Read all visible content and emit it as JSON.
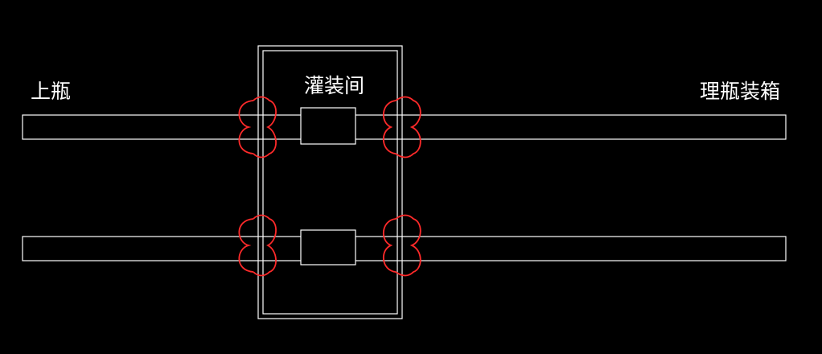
{
  "labels": {
    "left": "上瓶",
    "center": "灌装间",
    "right": "理瓶装箱"
  },
  "colors": {
    "background": "#000000",
    "line": "#ffffff",
    "cloud": "#ff2a2a"
  },
  "lines": {
    "count": 2
  }
}
